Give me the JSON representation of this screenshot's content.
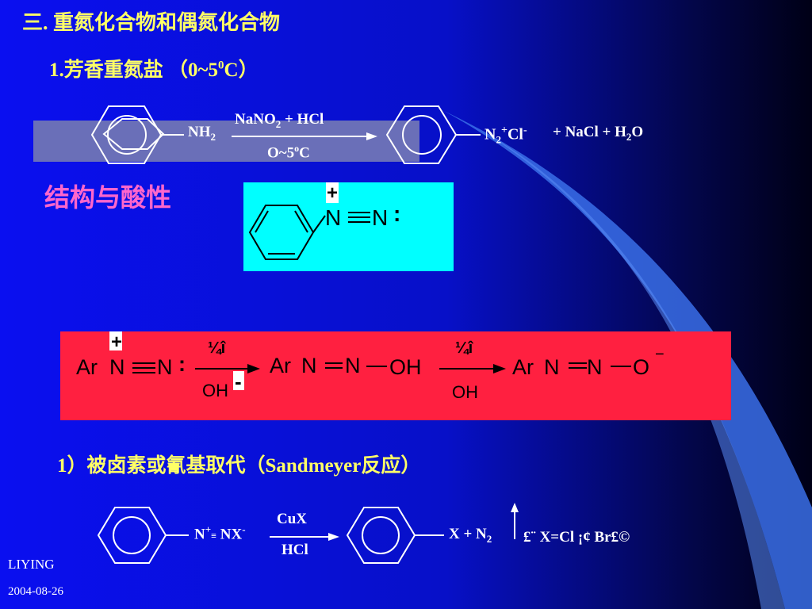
{
  "colors": {
    "background_blue": "#0a0ff0",
    "band": "#6a6fb8",
    "cyan_box": "#00ffff",
    "red_box": "#ff2040",
    "title_yellow": "#ffff66",
    "pink": "#ff66cc",
    "swoosh": "#3a6fe8"
  },
  "slide": {
    "title": "三. 重氮化合物和偶氮化合物",
    "subtitle_prefix": "1.芳香重氮盐 （0~5",
    "subtitle_sup": "0",
    "subtitle_suffix": "C）",
    "section_label": "结构与酸性",
    "sandmeyer_heading": "1）被卤素或氰基取代（Sandmeyer反应）"
  },
  "reaction1": {
    "nh": "NH",
    "nh_sub": "2",
    "reagent_top": "NaNO",
    "reagent_top_sub": "2",
    "reagent_top_rest": " + HCl",
    "cond_prefix": "O~5",
    "cond_sup": "o",
    "cond_suffix": "C",
    "prod_n": "N",
    "prod_n_sub": "2",
    "prod_plus": "+",
    "prod_cl": "Cl",
    "prod_minus": "-",
    "byproducts": "+ NaCl  + H",
    "h2o_sub": "2",
    "h2o_o": "O"
  },
  "structure": {
    "plus": "+",
    "n1": "N",
    "n2": "N",
    "lone_pair": ":"
  },
  "equilibrium": {
    "ar1": "Ar",
    "n_a": "N",
    "n_b": "N",
    "colon": ":",
    "plus": "+",
    "arrow1_top": "¼î",
    "arrow1_bottom": "OH",
    "arrow1_bottom_charge": "-",
    "ar2": "Ar",
    "n_c": "N",
    "n_d": "N",
    "oh": "OH",
    "arrow2_top": "¼î",
    "arrow2_bottom": "OH",
    "ar3": "Ar",
    "n_e": "N",
    "n_f": "N",
    "o": "O",
    "o_charge": "−"
  },
  "sandmeyer": {
    "n_plus_prefix": "N",
    "n_plus": "+",
    "nx": " NX",
    "nx_minus": "-",
    "reagent_top": "CuX",
    "reagent_bottom": "HCl",
    "product": "X + N",
    "product_sub": "2",
    "note": "£¨ X=Cl ¡¢ Br£©"
  },
  "footer": {
    "author": "LIYING",
    "date": "2004-08-26"
  }
}
